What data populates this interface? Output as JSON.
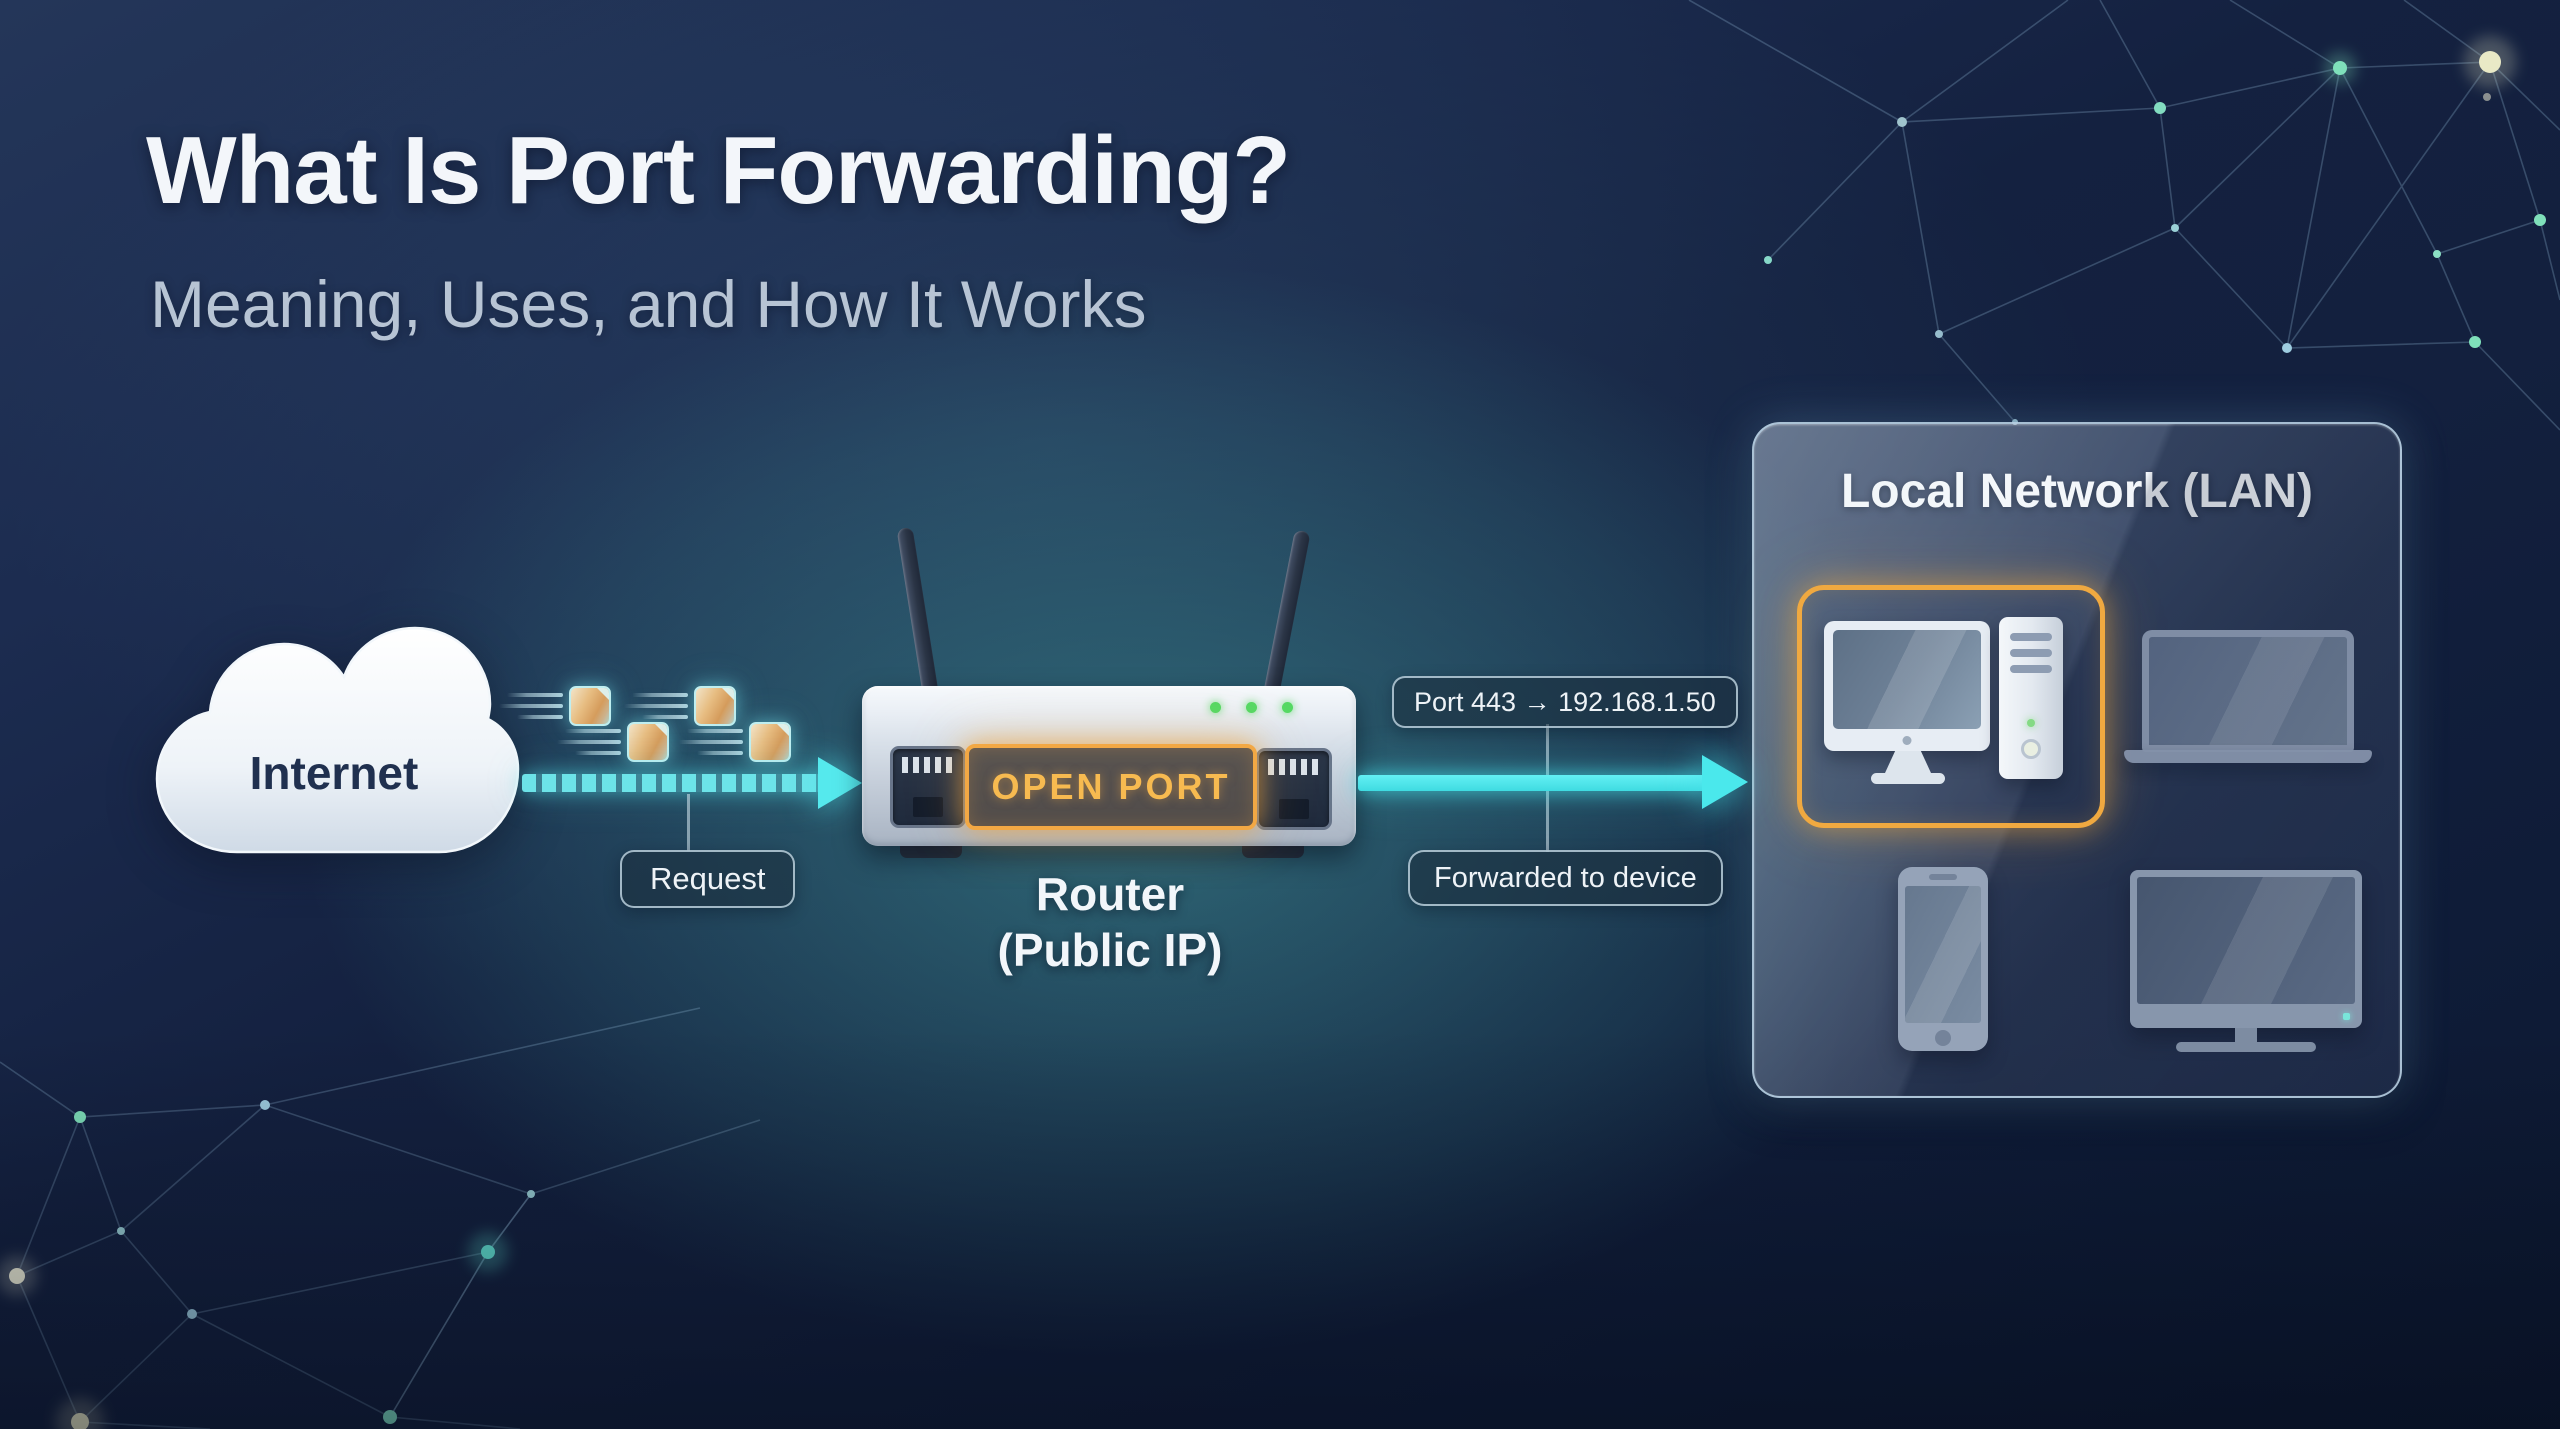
{
  "header": {
    "title": "What Is Port Forwarding?",
    "subtitle": "Meaning, Uses, and How It Works"
  },
  "flow": {
    "internet_label": "Internet",
    "request_label": "Request",
    "open_port_label": "OPEN PORT",
    "router_name": "Router",
    "router_sub": "(Public IP)",
    "port_mapping_label": "Port 443 → 192.168.1.50",
    "forwarded_label": "Forwarded to device"
  },
  "lan": {
    "title": "Local Network (LAN)",
    "devices": [
      {
        "icon": "desktop-pc",
        "highlighted": true
      },
      {
        "icon": "laptop",
        "highlighted": false
      },
      {
        "icon": "smartphone",
        "highlighted": false
      },
      {
        "icon": "smart-tv",
        "highlighted": false
      }
    ]
  },
  "icons": {
    "internet-cloud-icon": "cloud shape",
    "packet-icon": "file/document with folded corner and motion lines",
    "request-arrow-icon": "dashed cyan arrow right",
    "forward-arrow-icon": "solid cyan arrow right",
    "router-icon": "wireless router with two antennas and green LEDs",
    "ethernet-port-icon": "RJ45 jack",
    "desktop-icon": "monitor with tower PC",
    "laptop-icon": "laptop",
    "smartphone-icon": "smartphone",
    "tv-icon": "television on stand"
  },
  "colors": {
    "accent_cyan": "#4ae8ec",
    "accent_orange": "#f2a844",
    "led_green": "#55d964",
    "badge_border": "#bad0dc",
    "panel_border": "#c0d8ea",
    "background_navy": "#13203e",
    "glow_teal": "#409a9c",
    "title_white": "#f3f6fa",
    "subtitle_gray": "#b7c4d4"
  }
}
